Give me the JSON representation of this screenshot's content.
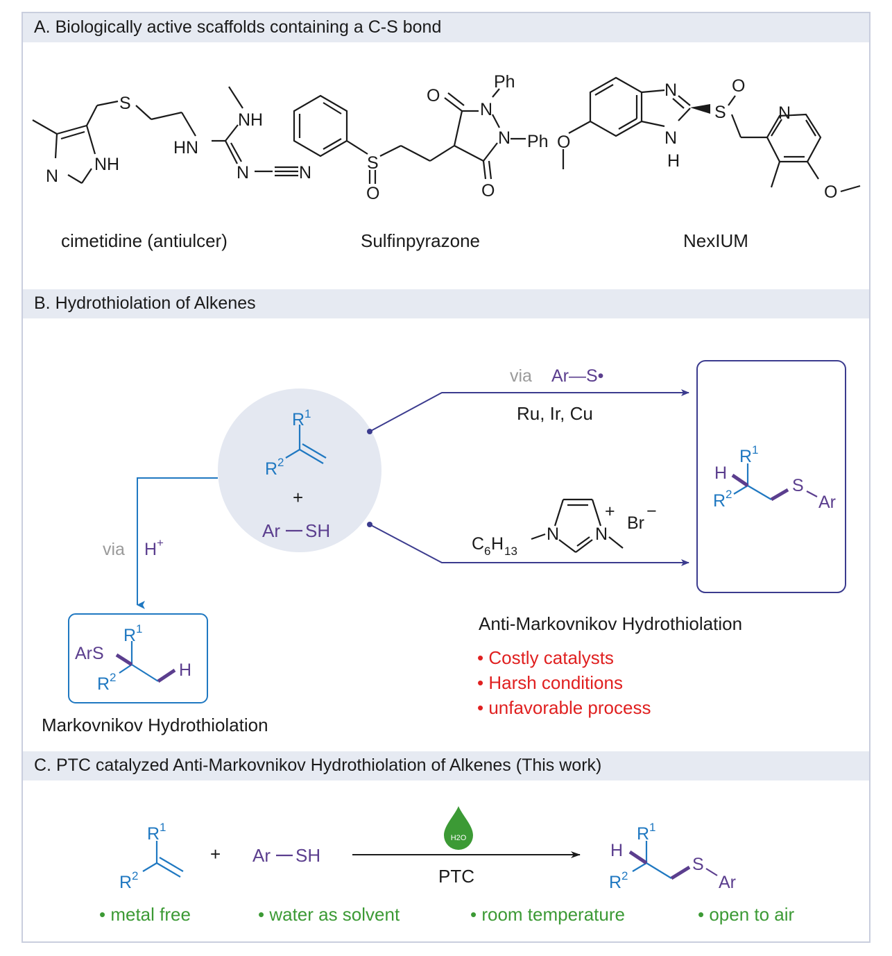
{
  "sections": {
    "a": "A. Biologically active scaffolds containing a C-S bond",
    "b": "B. Hydrothiolation of Alkenes",
    "c": "C. PTC catalyzed Anti-Markovnikov Hydrothiolation of Alkenes  (This work)"
  },
  "molecules": {
    "cimetidine": "cimetidine (antiulcer)",
    "sulfinpyrazone": "Sulfinpyrazone",
    "nexium": "NexIUM"
  },
  "atoms": {
    "S": "S",
    "N": "N",
    "NH": "NH",
    "HN": "HN",
    "H": "H",
    "O": "O",
    "Ph": "Ph",
    "R": "R",
    "sup1": "1",
    "sup2": "2",
    "Ar": "Ar",
    "SH": "SH",
    "ArS": "ArS",
    "Br": "Br",
    "C": "C",
    "sub6": "6",
    "sub13": "13",
    "plus": "+",
    "minus": "−"
  },
  "scheme_b": {
    "via": "via",
    "radical_reagent": "Ar—S•",
    "catalysts": "Ru, Ir, Cu",
    "h_plus": "H",
    "h_plus_sup": "+",
    "markovnikov_label": "Markovnikov Hydrothiolation",
    "anti_label": "Anti-Markovnikov Hydrothiolation",
    "drawbacks": [
      "• Costly catalysts",
      "• Harsh conditions",
      "• unfavorable process"
    ]
  },
  "scheme_c": {
    "catalyst": "PTC",
    "drop_label": "H2O",
    "features": [
      "• metal  free",
      "• water as solvent",
      "• room temperature",
      "• open to air"
    ]
  },
  "colors": {
    "band": "#e6eaf2",
    "blue": "#1f78c1",
    "purple": "#5b3e8e",
    "navy": "#3b3b8e",
    "red": "#e02020",
    "green": "#3c9a35",
    "gray": "#9a9a9a",
    "circle": "#e4e8f1"
  }
}
